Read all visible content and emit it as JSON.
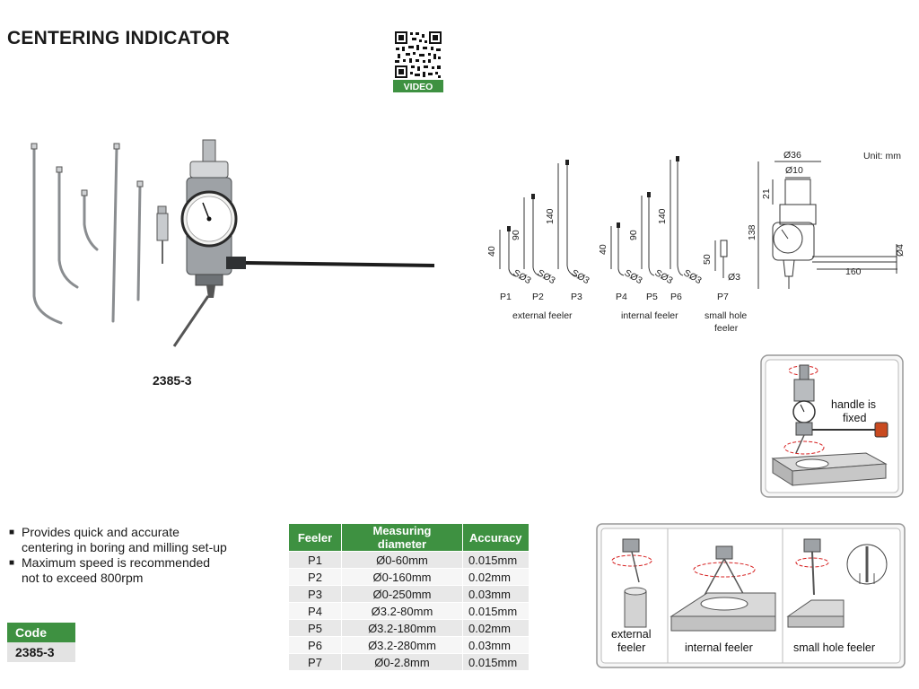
{
  "title": "CENTERING INDICATOR",
  "qr": {
    "label": "VIDEO"
  },
  "model_caption": "2385-3",
  "dimensions": {
    "unit": "Unit: mm",
    "feelers": [
      "P1",
      "P2",
      "P3",
      "P4",
      "P5",
      "P6",
      "P7"
    ],
    "lengths": [
      "40",
      "90",
      "140",
      "40",
      "90",
      "140",
      "50"
    ],
    "tip_labels": [
      "SØ3",
      "SØ3",
      "SØ3",
      "SØ3",
      "SØ3",
      "SØ3",
      "Ø3"
    ],
    "group_labels": {
      "external": "external feeler",
      "internal": "internal feeler",
      "small_hole_1": "small hole",
      "small_hole_2": "feeler"
    },
    "body": {
      "d36": "Ø36",
      "d10": "Ø10",
      "h21": "21",
      "h138": "138",
      "arm": "160",
      "d4": "Ø4"
    }
  },
  "usage_top": {
    "label_1": "handle is",
    "label_2": "fixed"
  },
  "usage_bottom": {
    "external_1": "external",
    "external_2": "feeler",
    "internal": "internal feeler",
    "small_hole": "small hole feeler"
  },
  "features": [
    {
      "line1": "Provides quick and accurate",
      "line2": "centering in boring and milling set-up"
    },
    {
      "line1": "Maximum speed is recommended",
      "line2": "not to exceed 800rpm"
    }
  ],
  "code": {
    "header": "Code",
    "value": "2385-3"
  },
  "spec_table": {
    "headers": [
      "Feeler",
      "Measuring diameter",
      "Accuracy"
    ],
    "rows": [
      [
        "P1",
        "Ø0-60mm",
        "0.015mm"
      ],
      [
        "P2",
        "Ø0-160mm",
        "0.02mm"
      ],
      [
        "P3",
        "Ø0-250mm",
        "0.03mm"
      ],
      [
        "P4",
        "Ø3.2-80mm",
        "0.015mm"
      ],
      [
        "P5",
        "Ø3.2-180mm",
        "0.02mm"
      ],
      [
        "P6",
        "Ø3.2-280mm",
        "0.03mm"
      ],
      [
        "P7",
        "Ø0-2.8mm",
        "0.015mm"
      ]
    ]
  },
  "colors": {
    "accent_green": "#3e9141",
    "row_grey": "#e8e8e8"
  }
}
